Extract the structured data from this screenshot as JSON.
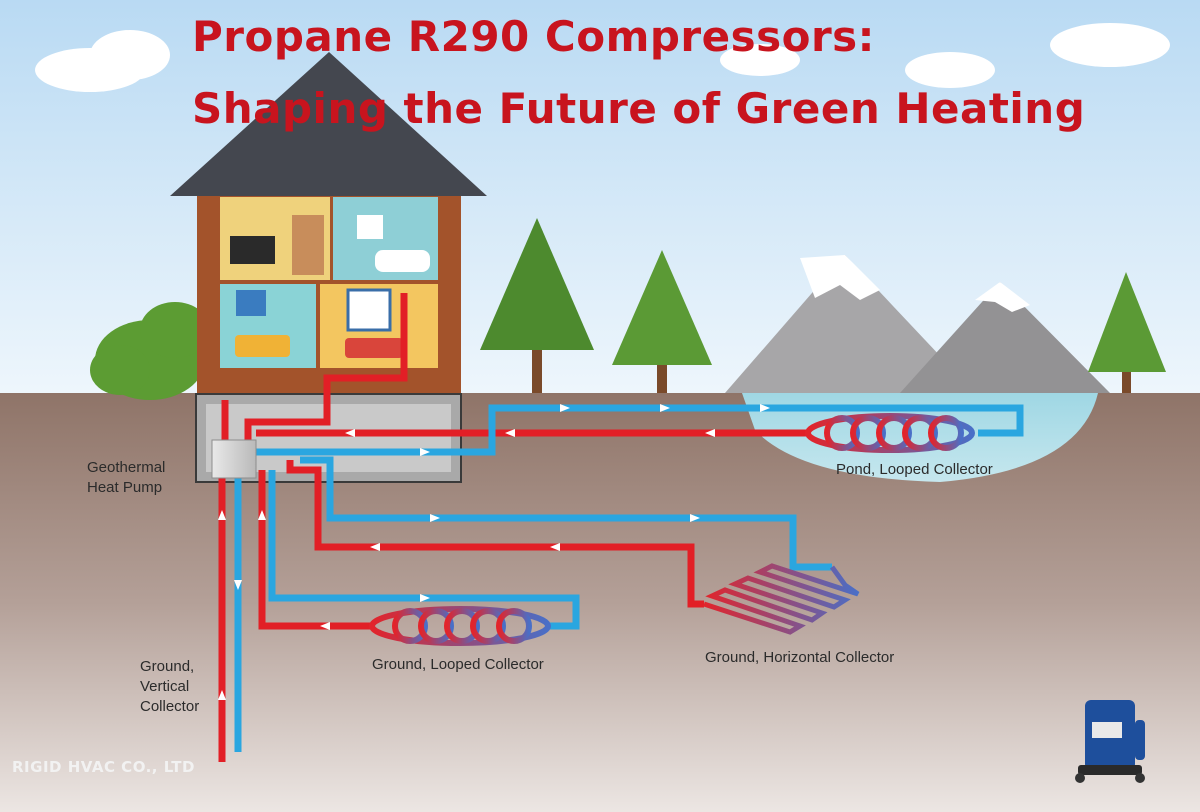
{
  "title": {
    "line1": "Propane R290 Compressors:",
    "line2": "Shaping the Future of Green Heating"
  },
  "labels": {
    "heat_pump": [
      "Geothermal",
      "Heat Pump"
    ],
    "pond_collector": "Pond, Looped Collector",
    "ground_looped": "Ground, Looped Collector",
    "ground_horizontal": "Ground, Horizontal Collector",
    "ground_vertical": [
      "Ground,",
      "Vertical",
      "Collector"
    ]
  },
  "brand": "RIGID HVAC CO., LTD",
  "colors": {
    "title": "#c8141e",
    "supply_pipe": "#2aa6e0",
    "return_pipe": "#e21f26",
    "sky": "#cfe6f7",
    "ground": "#9c8378"
  }
}
